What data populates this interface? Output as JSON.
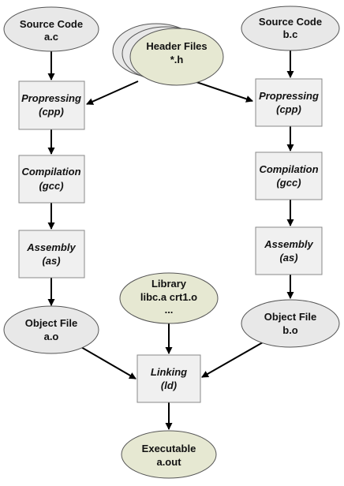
{
  "colors": {
    "ellipse_grey": "#e8e8e8",
    "ellipse_green": "#e6e8d2",
    "box_fill": "#f0f0f0",
    "arrow": "#000000"
  },
  "nodes": {
    "source_a": [
      "Source Code",
      "a.c"
    ],
    "source_b": [
      "Source Code",
      "b.c"
    ],
    "headers": [
      "Header Files",
      "*.h"
    ],
    "cpp_a": [
      "Propressing",
      "(cpp)"
    ],
    "cpp_b": [
      "Propressing",
      "(cpp)"
    ],
    "gcc_a": [
      "Compilation",
      "(gcc)"
    ],
    "gcc_b": [
      "Compilation",
      "(gcc)"
    ],
    "as_a": [
      "Assembly",
      "(as)"
    ],
    "as_b": [
      "Assembly",
      "(as)"
    ],
    "library": [
      "Library",
      "libc.a crt1.o",
      "..."
    ],
    "obj_a": [
      "Object File",
      "a.o"
    ],
    "obj_b": [
      "Object File",
      "b.o"
    ],
    "link": [
      "Linking",
      "(ld)"
    ],
    "exe": [
      "Executable",
      "a.out"
    ]
  }
}
